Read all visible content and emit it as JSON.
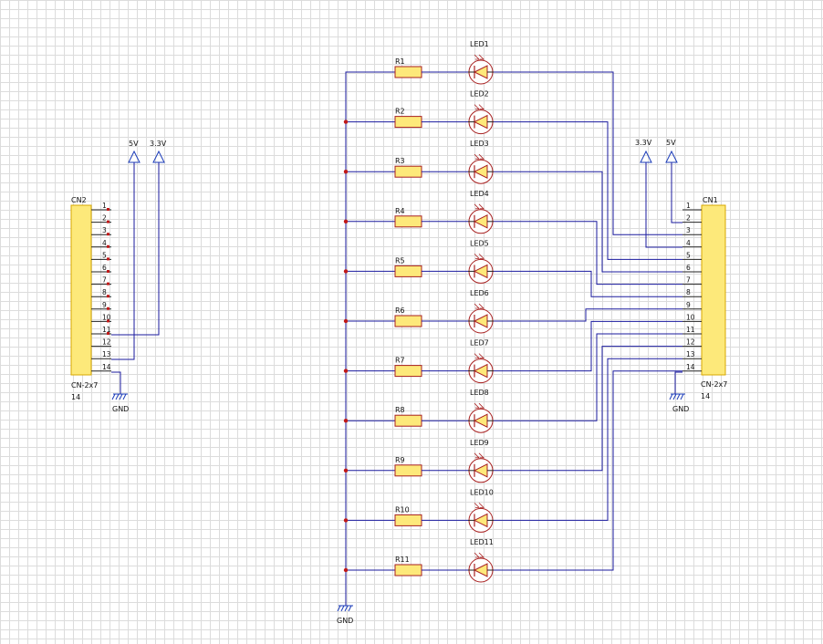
{
  "left_connector": {
    "ref": "CN2",
    "value": "CN-2x7",
    "count_label": "14",
    "pins": [
      "1",
      "2",
      "3",
      "4",
      "5",
      "6",
      "7",
      "8",
      "9",
      "10",
      "11",
      "12",
      "13",
      "14"
    ]
  },
  "right_connector": {
    "ref": "CN1",
    "value": "CN-2x7",
    "count_label": "14",
    "pins": [
      "1",
      "2",
      "3",
      "4",
      "5",
      "6",
      "7",
      "8",
      "9",
      "10",
      "11",
      "12",
      "13",
      "14"
    ]
  },
  "power_labels": {
    "left_5v": "5V",
    "left_3v3": "3.3V",
    "right_3v3": "3.3V",
    "right_5v": "5V"
  },
  "ground_labels": {
    "left": "GND",
    "right": "GND",
    "bus": "GND"
  },
  "channels": [
    {
      "resistor": "R1",
      "led": "LED1"
    },
    {
      "resistor": "R2",
      "led": "LED2"
    },
    {
      "resistor": "R3",
      "led": "LED3"
    },
    {
      "resistor": "R4",
      "led": "LED4"
    },
    {
      "resistor": "R5",
      "led": "LED5"
    },
    {
      "resistor": "R6",
      "led": "LED6"
    },
    {
      "resistor": "R7",
      "led": "LED7"
    },
    {
      "resistor": "R8",
      "led": "LED8"
    },
    {
      "resistor": "R9",
      "led": "LED9"
    },
    {
      "resistor": "R10",
      "led": "LED10"
    },
    {
      "resistor": "R11",
      "led": "LED11"
    }
  ],
  "colors": {
    "wire": "#1a1a9e",
    "component_fill": "#fde97a",
    "component_outline": "#a82020",
    "power_symbol": "#1a3bb8",
    "grid": "#dcdcdc"
  }
}
